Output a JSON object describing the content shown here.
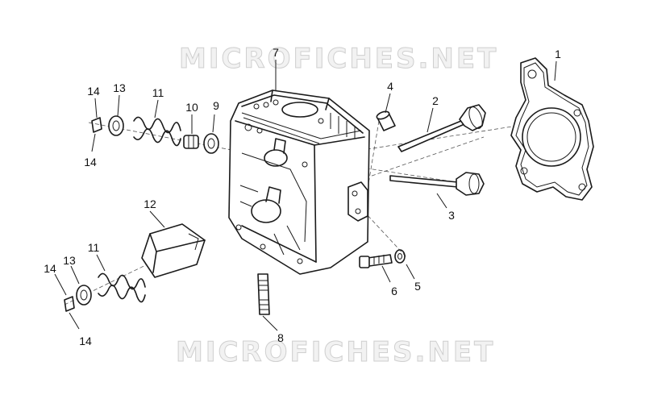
{
  "watermark": {
    "top": "MICROFICHES.NET",
    "bottom": "MICROFICHES.NET"
  },
  "callouts": {
    "head": "7",
    "gasket": "1",
    "intake_valve": "2",
    "exhaust_valve": "3",
    "dowel": "4",
    "washer": "5",
    "bolt": "6",
    "stud": "8",
    "seat_upper": "9",
    "seal_upper": "10",
    "spring_upper": "11",
    "retainer_upper": "13",
    "keeper_upper_a": "14",
    "keeper_upper_b": "14",
    "cover": "12",
    "spring_lower": "11",
    "retainer_lower": "13",
    "keeper_lower_a": "14",
    "keeper_lower_b": "14"
  },
  "colors": {
    "line": "#1a1a1a",
    "watermark_fill": "#f2f2f2",
    "watermark_stroke": "#cfcfcf"
  }
}
